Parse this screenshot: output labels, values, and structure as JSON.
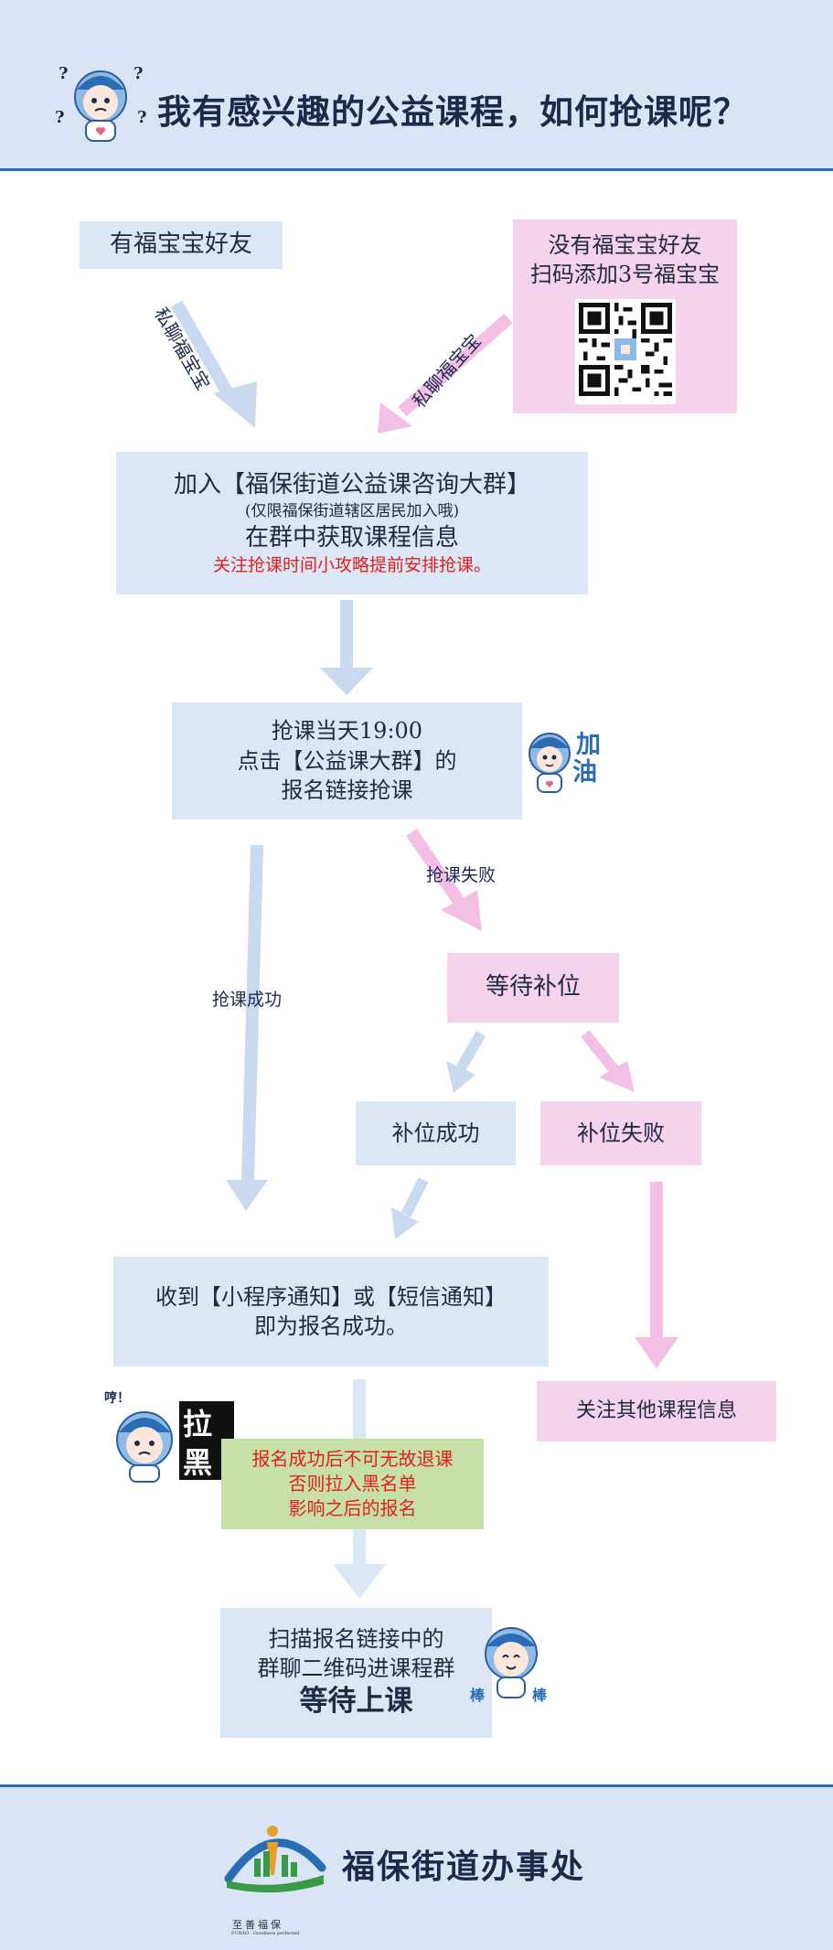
{
  "header": {
    "title": "我有感兴趣的公益课程，如何抢课呢？"
  },
  "steps": {
    "has_friend": "有福宝宝好友",
    "no_friend": {
      "line1": "没有福宝宝好友",
      "line2": "扫码添加3号福宝宝"
    },
    "join": {
      "line1": "加入【福保街道公益课咨询大群】",
      "line2": "(仅限福保街道辖区居民加入哦)",
      "line3": "在群中获取课程信息",
      "line4": "关注抢课时间小攻略提前安排抢课。"
    },
    "grab": {
      "line1": "抢课当天19:00",
      "line2": "点击【公益课大群】的",
      "line3": "报名链接抢课"
    },
    "wait": "等待补位",
    "fill_success": "补位成功",
    "fill_fail": "补位失败",
    "notify": {
      "line1": "收到【小程序通知】或【短信通知】",
      "line2": "即为报名成功。"
    },
    "other_courses": "关注其他课程信息",
    "warning": {
      "line1": "报名成功后不可无故退课",
      "line2": "否则拉入黑名单",
      "line3": "影响之后的报名"
    },
    "scan": {
      "line1": "扫描报名链接中的",
      "line2": "群聊二维码进课程群",
      "line3": "等待上课"
    }
  },
  "arrow_labels": {
    "private_chat_left": "私聊福宝宝",
    "private_chat_right": "私聊福宝宝",
    "grab_fail": "抢课失败",
    "grab_success": "抢课成功"
  },
  "stickers": {
    "header_question_marks": "?",
    "cheer_chars": [
      "加",
      "油"
    ],
    "blacklist_chars": [
      "拉",
      "黑"
    ],
    "blacklist_exclaim": "哼！",
    "great_chars": [
      "棒",
      "棒"
    ]
  },
  "footer": {
    "name": "福保街道办事处",
    "slogan": "至善福保",
    "slogan_small": "FUBAO · Goodness perfected"
  },
  "colors": {
    "box_blue": "#dbe7f5",
    "box_pink": "#f6d3ec",
    "box_green": "#c7e0a8",
    "arrow_blue": "#c9daf0",
    "arrow_pink": "#f3bfe4",
    "alert_red": "#e0201e",
    "header_bg": "#d9e5f5",
    "header_line": "#2b6db5"
  }
}
